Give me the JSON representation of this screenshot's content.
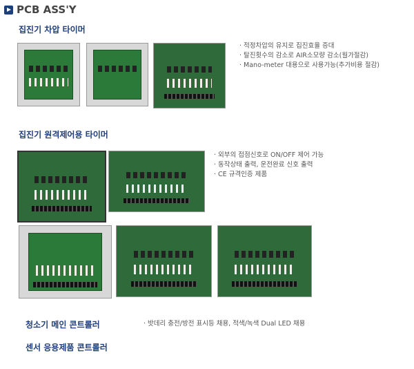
{
  "header": {
    "title": "PCB ASS'Y",
    "icon": "arrow-right-icon",
    "accent": "#1d3f7a"
  },
  "sections": [
    {
      "title": "집진기 차압 타이머",
      "bullets": [
        "· 적정차압의 유지로 집진효율 증대",
        "· 탈진횟수의 감소로 AIR소모량 감소(월가절감)",
        "· Mano-meter 대용으로 사용가능(추가비용 절감)"
      ]
    },
    {
      "title": "집진기 원격제어용 타이머",
      "bullets": [
        "· 외부의 접점신호로 ON/OFF 제어 가능",
        "· 동작상태 출력, 운전완료 신호 출력",
        "· CE 규격인증 제품"
      ]
    },
    {
      "title": "청소기 메인 콘트롤러",
      "bullets": [
        "· 밧데리 충전/방전 표시등 채용, 적색/녹색 Dual LED 채용"
      ]
    },
    {
      "title": "센서 응용제품 콘트롤러",
      "bullets": []
    }
  ]
}
